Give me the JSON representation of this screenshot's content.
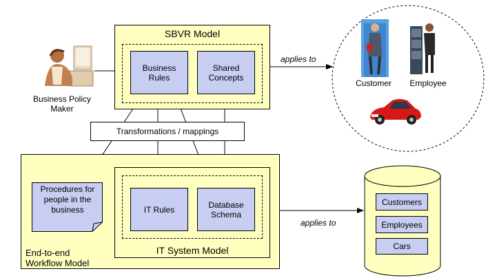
{
  "sbvr_model": {
    "title": "SBVR Model",
    "business_rules": "Business Rules",
    "shared_concepts": "Shared Concepts"
  },
  "policy_maker": {
    "label": "Business Policy Maker"
  },
  "transformations": {
    "label": "Transformations / mappings"
  },
  "applies_to_top": "applies to",
  "applies_to_bottom": "applies to",
  "world": {
    "customer": "Customer",
    "employee": "Employee"
  },
  "workflow_model": {
    "title": "End-to-end Workflow Model",
    "procedures": "Procedures for people in the business"
  },
  "it_system_model": {
    "title": "IT System Model",
    "it_rules": "IT Rules",
    "database_schema": "Database Schema"
  },
  "database": {
    "tables": [
      "Customers",
      "Employees",
      "Cars"
    ]
  },
  "colors": {
    "yellow": "#ffffc0",
    "box": "#c8cdf2"
  }
}
